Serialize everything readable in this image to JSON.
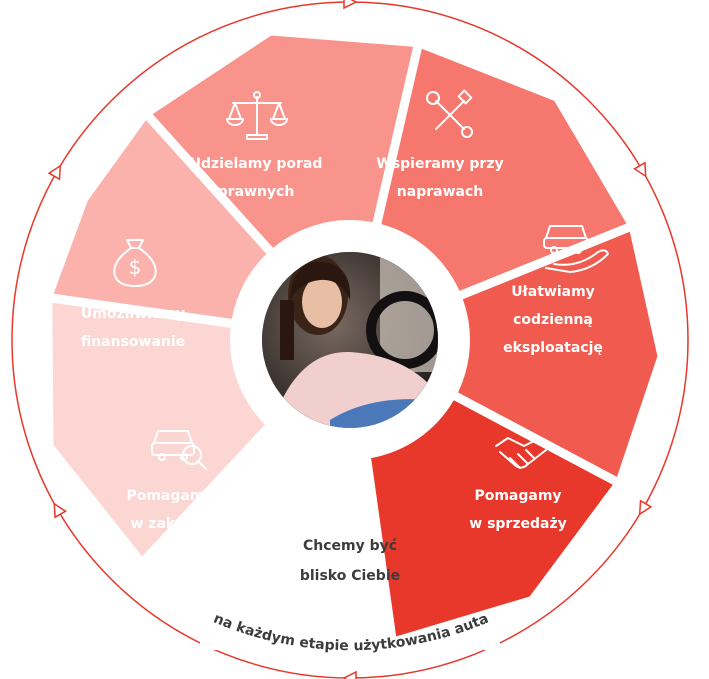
{
  "segments": [
    {
      "id": "legal",
      "line1": "Udzielamy porad",
      "line2": "prawnych",
      "line3": "",
      "color": "#f9948d",
      "icon": "scales-icon"
    },
    {
      "id": "repair",
      "line1": "Wspieramy przy",
      "line2": "naprawach",
      "line3": "",
      "color": "#f5776d",
      "icon": "wrench-screwdriver-icon"
    },
    {
      "id": "operation",
      "line1": "Ułatwiamy",
      "line2": "codzienną",
      "line3": "eksploatację",
      "color": "#f05a4f",
      "icon": "car-in-hand-icon"
    },
    {
      "id": "selling",
      "line1": "Pomagamy",
      "line2": "w sprzedaży",
      "line3": "",
      "color": "#e8372b",
      "icon": "handshake-icon"
    },
    {
      "id": "buying",
      "line1": "Pomagamy",
      "line2": "w zakupie",
      "line3": "",
      "color": "#fcd6d2",
      "icon": "car-search-icon"
    },
    {
      "id": "finance",
      "line1": "Umożliwiamy",
      "line2": "finansowanie",
      "line3": "",
      "color": "#fbb2ac",
      "icon": "money-bag-icon"
    }
  ],
  "center": {
    "line1": "Chcemy być",
    "line2": "blisko Ciebie",
    "photo": "woman-in-car-photo"
  },
  "ring": {
    "caption": "na każdym etapie użytkowania auta",
    "color": "#e8372b"
  }
}
